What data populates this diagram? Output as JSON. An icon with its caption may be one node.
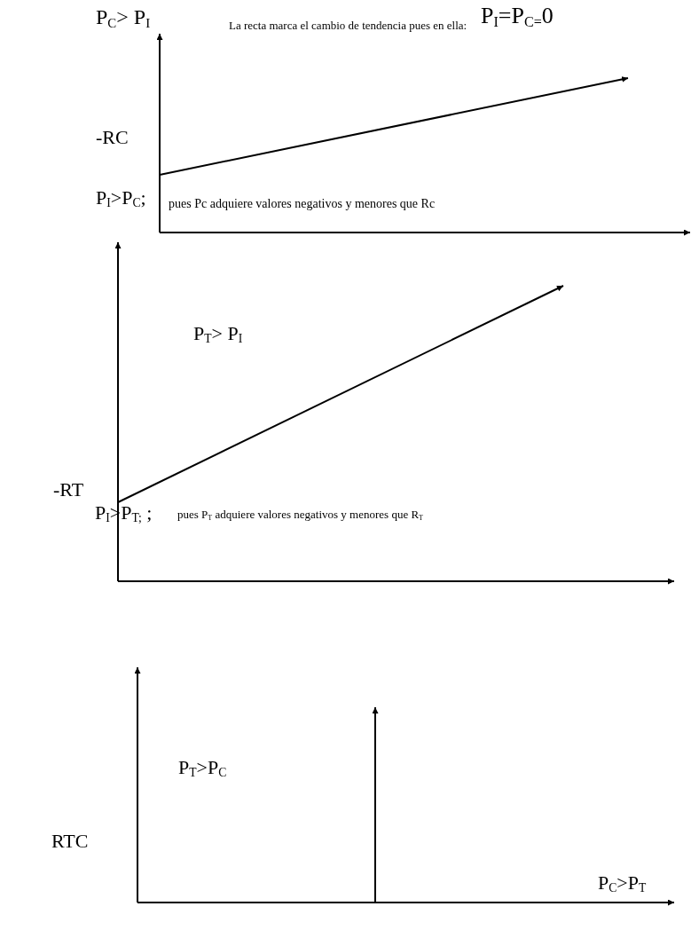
{
  "diagram": {
    "labels": [
      "P$_{C}$> P$_{I}$",
      "La recta marca el cambio de tendencia pues en ella:",
      "P$_{I}$=P$_{C=}$0",
      "-RC",
      "P$_{I}$>P$_{C}$;",
      "pues  Pc adquiere valores negativos y menores que Rc",
      "P$_{T}$> P$_{I}$",
      "-RT",
      "P$_{I}$>P$_{T;}$ ;",
      "pues  P$_{T}$ adquiere valores negativos y menores que R$_{T}$",
      "P$_{T}$>P$_{C}$",
      "RTC",
      "P$_{C}$>P$_{T}$"
    ]
  }
}
